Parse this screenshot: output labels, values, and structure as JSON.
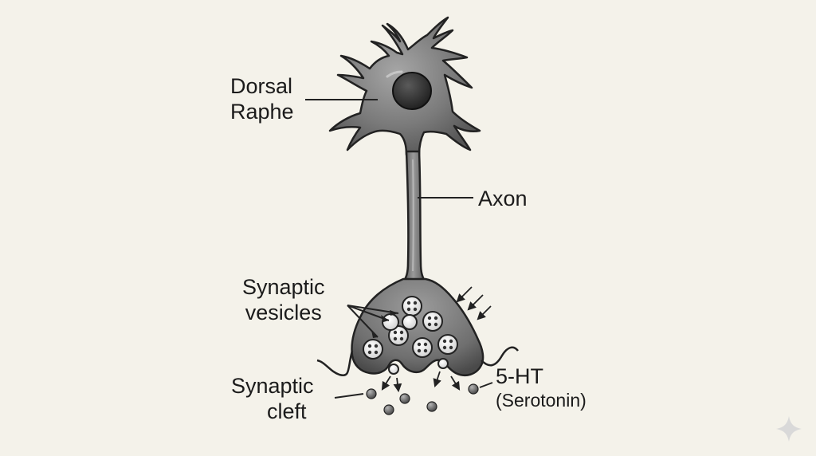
{
  "labels": {
    "soma": {
      "line1": "Dorsal",
      "line2": "Raphe"
    },
    "axon": "Axon",
    "vesicles": {
      "line1": "Synaptic",
      "line2": "vesicles"
    },
    "cleft": {
      "line1": "Synaptic",
      "line2": "cleft"
    },
    "serotonin": {
      "line1": "5-HT",
      "line2": "(Serotonin)"
    }
  },
  "colors": {
    "background": "#f4f2ea",
    "neuron_fill": "#7d7d7d",
    "neuron_dark": "#3e3e3e",
    "outline": "#222222",
    "label_text": "#1b1b1b"
  }
}
